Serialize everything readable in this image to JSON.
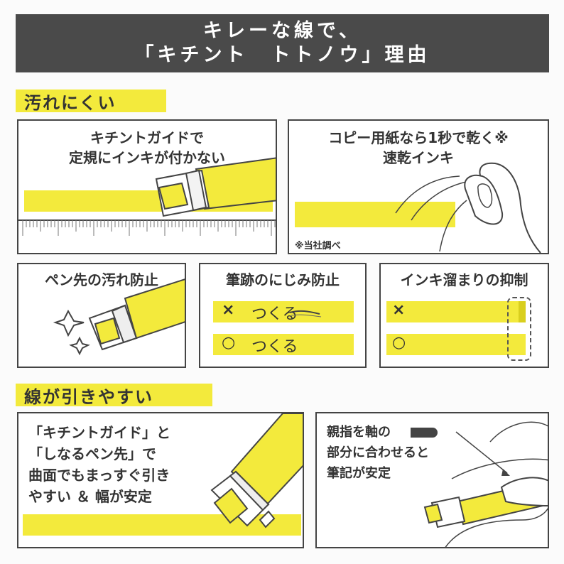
{
  "header": {
    "line1": "キレーな線で、",
    "line2": "「キチント　トトノウ」理由"
  },
  "section1": {
    "label": "汚れにくい"
  },
  "panel_guide": {
    "line1": "キチントガイドで",
    "line2": "定規にインキが付かない"
  },
  "panel_quickdry": {
    "line1": "コピー用紙なら1秒で乾く※",
    "line2": "速乾インキ",
    "note": "※当社調べ"
  },
  "panel_tip": {
    "title": "ペン先の汚れ防止"
  },
  "panel_bleed": {
    "title": "筆跡のにじみ防止",
    "bad_mark": "×",
    "bad_text": "つくる",
    "good_mark": "○",
    "good_text": "つくる"
  },
  "panel_pool": {
    "title": "インキ溜まりの抑制",
    "bad_mark": "×",
    "good_mark": "○"
  },
  "section2": {
    "label": "線が引きやすい"
  },
  "panel_curve": {
    "line1": "「キチントガイド」と",
    "line2": "「しなるペン先」で",
    "line3": "曲面でもまっすぐ引き",
    "line4": "やすい ＆ 幅が安定"
  },
  "panel_thumb": {
    "line1": "親指を軸の",
    "line2": "部分に合わせると",
    "line3": "筆記が安定"
  },
  "colors": {
    "highlight": "#f3ea3c",
    "header_bg": "#4a4a4a",
    "text": "#333333"
  }
}
